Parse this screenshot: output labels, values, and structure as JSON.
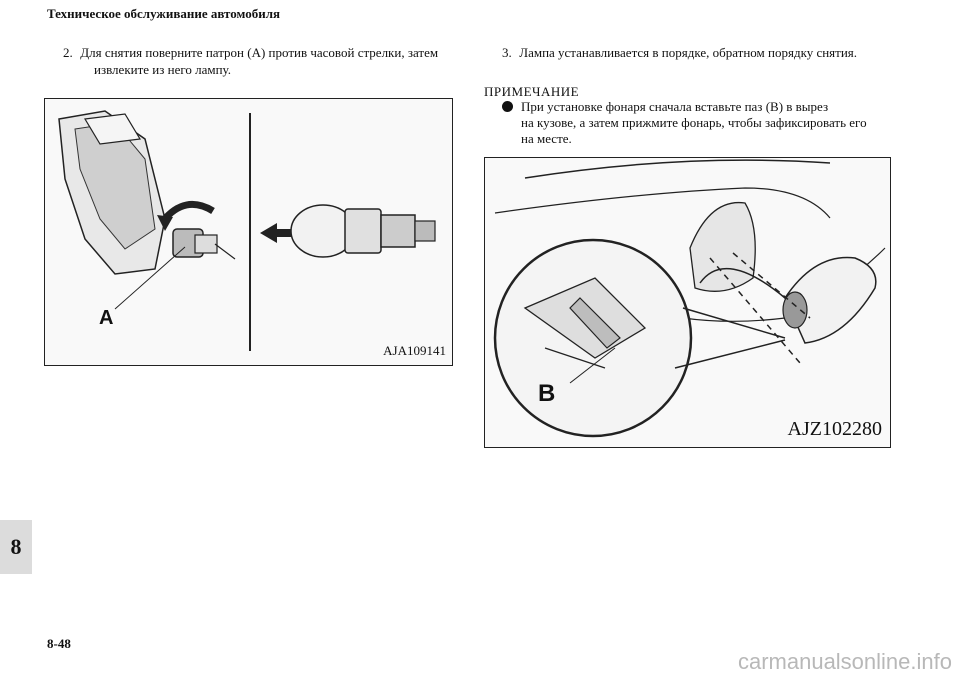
{
  "header": {
    "title": "Техническое обслуживание автомобиля"
  },
  "step2": {
    "number": "2.",
    "line1": "Для снятия поверните патрон (A) против часовой стрелки, затем",
    "line2": "извлеките из него лампу."
  },
  "step3": {
    "number": "3.",
    "text": "Лампа устанавливается в порядке, обратном порядку снятия."
  },
  "note": {
    "title": "ПРИМЕЧАНИЕ",
    "line1": "При установке фонаря сначала вставьте паз (B) в вырез",
    "line2": "на кузове, а затем прижмите фонарь, чтобы зафиксировать его",
    "line3": "на месте."
  },
  "figure1": {
    "code": "AJA109141",
    "callout": "A"
  },
  "figure2": {
    "code": "AJZ102280",
    "callout": "B"
  },
  "chapter_tab": "8",
  "page_number": "8-48",
  "watermark": "carmanualsonline.info"
}
